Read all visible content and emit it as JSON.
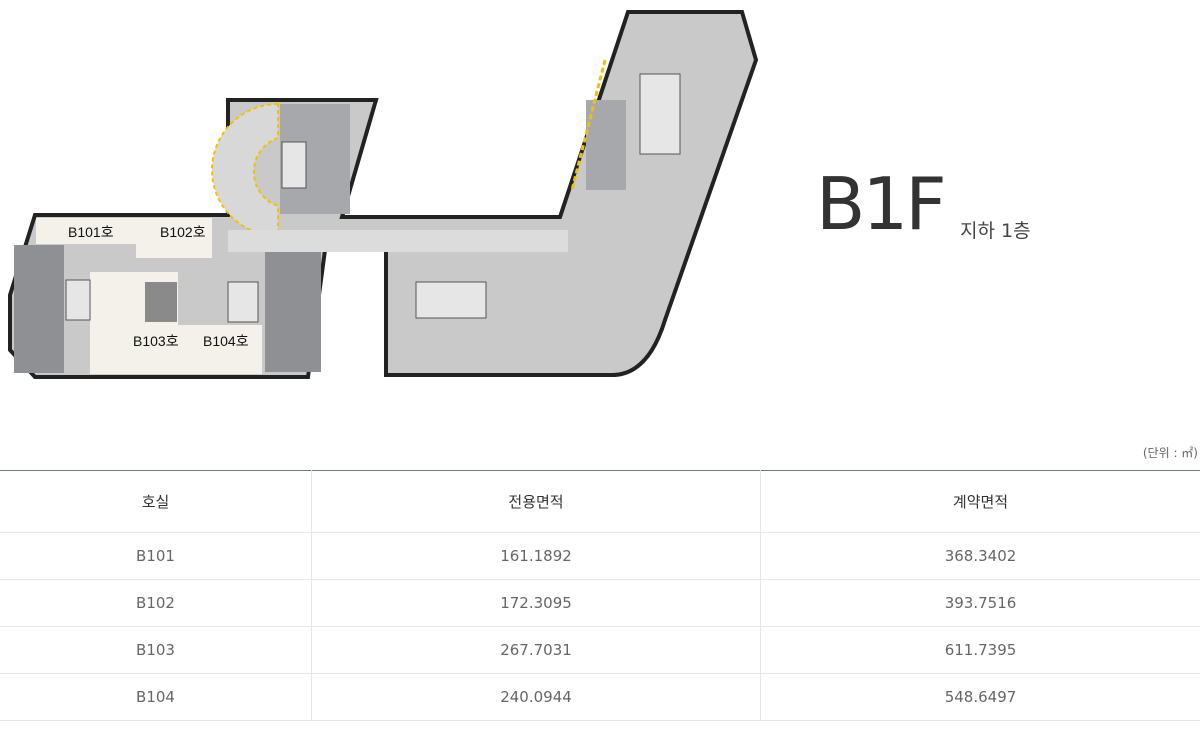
{
  "floor": {
    "title": "B1F",
    "subtitle": "지하 1층"
  },
  "plan": {
    "rooms": [
      "B101호",
      "B102호",
      "B103호",
      "B104호"
    ],
    "colors": {
      "wall": "#222222",
      "parking": "#c9c9c9",
      "core": "#8f9094",
      "unit": "#f3f1ea",
      "ramp_stripe": "#f2c200"
    }
  },
  "unit_note": "(단위 : ㎡)",
  "table": {
    "headers": [
      "호실",
      "전용면적",
      "계약면적"
    ],
    "rows": [
      [
        "B101",
        "161.1892",
        "368.3402"
      ],
      [
        "B102",
        "172.3095",
        "393.7516"
      ],
      [
        "B103",
        "267.7031",
        "611.7395"
      ],
      [
        "B104",
        "240.0944",
        "548.6497"
      ]
    ]
  }
}
